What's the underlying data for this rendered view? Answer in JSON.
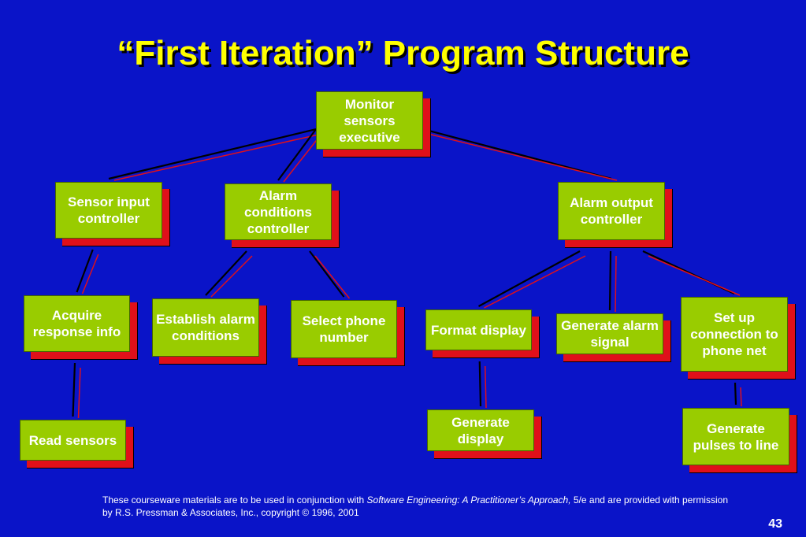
{
  "slide": {
    "title": "“First Iteration” Program Structure",
    "footer": {
      "part1": "These courseware materials are to be used in conjunction with ",
      "book_title": "Software Engineering: A Practitioner’s Approach,",
      "part2": " 5/e and are provided with permission by R.S. Pressman & Associates, Inc., copyright © 1996, 2001"
    },
    "page_number": "43"
  },
  "colors": {
    "background": "#0a14c8",
    "title": "#ffff00",
    "box_fill": "#99cc00",
    "box_shadow": "#e0101a",
    "text": "#ffffff"
  },
  "nodes": [
    {
      "id": "monitor-sensors-executive",
      "label": "Monitor sensors executive"
    },
    {
      "id": "sensor-input-controller",
      "label": "Sensor input controller"
    },
    {
      "id": "alarm-conditions-controller",
      "label": "Alarm conditions controller"
    },
    {
      "id": "alarm-output-controller",
      "label": "Alarm output controller"
    },
    {
      "id": "acquire-response-info",
      "label": "Acquire response info"
    },
    {
      "id": "establish-alarm-conditions",
      "label": "Establish alarm conditions"
    },
    {
      "id": "select-phone-number",
      "label": "Select phone number"
    },
    {
      "id": "format-display",
      "label": "Format display"
    },
    {
      "id": "generate-alarm-signal",
      "label": "Generate alarm signal"
    },
    {
      "id": "set-up-connection-to-phone-net",
      "label": "Set up connection to phone net"
    },
    {
      "id": "read-sensors",
      "label": "Read sensors"
    },
    {
      "id": "generate-display",
      "label": "Generate display"
    },
    {
      "id": "generate-pulses-to-line",
      "label": "Generate pulses to line"
    }
  ],
  "edges": [
    {
      "from": "monitor-sensors-executive",
      "to": "sensor-input-controller"
    },
    {
      "from": "monitor-sensors-executive",
      "to": "alarm-conditions-controller"
    },
    {
      "from": "monitor-sensors-executive",
      "to": "alarm-output-controller"
    },
    {
      "from": "sensor-input-controller",
      "to": "acquire-response-info"
    },
    {
      "from": "alarm-conditions-controller",
      "to": "establish-alarm-conditions"
    },
    {
      "from": "alarm-conditions-controller",
      "to": "select-phone-number"
    },
    {
      "from": "alarm-output-controller",
      "to": "format-display"
    },
    {
      "from": "alarm-output-controller",
      "to": "generate-alarm-signal"
    },
    {
      "from": "alarm-output-controller",
      "to": "set-up-connection-to-phone-net"
    },
    {
      "from": "acquire-response-info",
      "to": "read-sensors"
    },
    {
      "from": "format-display",
      "to": "generate-display"
    },
    {
      "from": "set-up-connection-to-phone-net",
      "to": "generate-pulses-to-line"
    }
  ]
}
